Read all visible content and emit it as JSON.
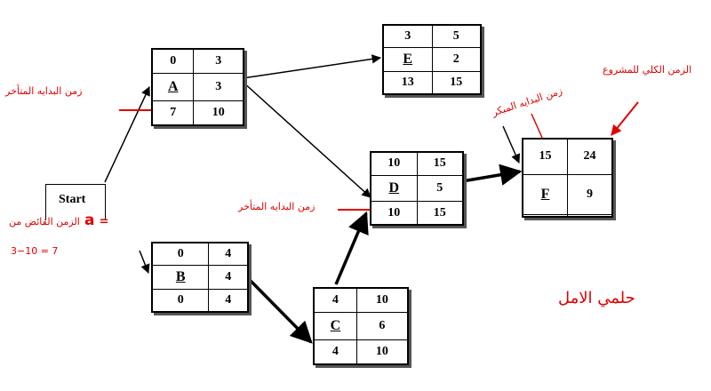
{
  "start_label": "Start",
  "nodes": {
    "A": {
      "name": "A",
      "es": "0",
      "ef": "3",
      "dur": "3",
      "ls": "7",
      "lf": "10"
    },
    "B": {
      "name": "B",
      "es": "0",
      "ef": "4",
      "dur": "4",
      "ls": "0",
      "lf": "4"
    },
    "C": {
      "name": "C",
      "es": "4",
      "ef": "10",
      "dur": "6",
      "ls": "4",
      "lf": "10"
    },
    "D": {
      "name": "D",
      "es": "10",
      "ef": "15",
      "dur": "5",
      "ls": "10",
      "lf": "15"
    },
    "E": {
      "name": "E",
      "es": "3",
      "ef": "5",
      "dur": "2",
      "ls": "13",
      "lf": "15"
    },
    "F": {
      "name": "F",
      "es": "15",
      "ef": "24",
      "dur": "9",
      "ls": "",
      "lf": ""
    }
  },
  "annotations": {
    "late_start_a": "زمن البدايه المتأخر",
    "late_start_d": "زمن البدايه المتأخر",
    "early_start_f": "زمن البدايه المبكر",
    "total_time": "الزمن الكلي للمشروع",
    "float_label": "الزمن الفائض من",
    "float_letter": "a",
    "float_eq": "=",
    "float_calc": "3−10 = 7",
    "signature": "حلمي الامل"
  },
  "colors": {
    "annotation": "#e00000",
    "line": "#000000"
  }
}
